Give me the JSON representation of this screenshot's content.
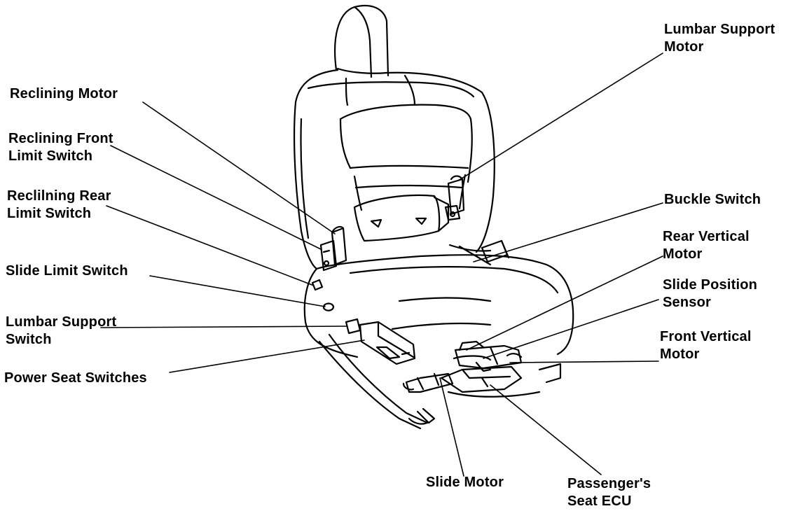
{
  "diagram": {
    "colors": {
      "line": "#000000",
      "background": "#ffffff"
    },
    "labels": {
      "lumbar_support_motor": [
        "Lumbar Support",
        "Motor"
      ],
      "reclining_motor": [
        "Reclining Motor"
      ],
      "reclining_front_limit_switch": [
        "Reclining Front",
        "Limit Switch"
      ],
      "reclining_rear_limit_switch": [
        "Reclilning Rear",
        "Limit Switch"
      ],
      "slide_limit_switch": [
        "Slide Limit Switch"
      ],
      "lumbar_support_switch": [
        "Lumbar Support",
        "Switch"
      ],
      "power_seat_switches": [
        "Power Seat Switches"
      ],
      "buckle_switch": [
        "Buckle Switch"
      ],
      "rear_vertical_motor": [
        "Rear Vertical",
        "Motor"
      ],
      "slide_position_sensor": [
        "Slide Position",
        "Sensor"
      ],
      "front_vertical_motor": [
        "Front Vertical",
        "Motor"
      ],
      "slide_motor": [
        "Slide Motor"
      ],
      "passengers_seat_ecu": [
        "Passenger's",
        "Seat ECU"
      ]
    }
  }
}
